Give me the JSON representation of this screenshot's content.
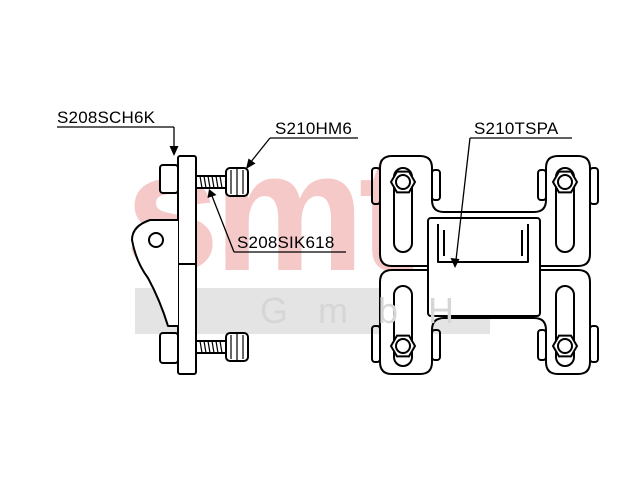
{
  "watermark": {
    "logo_text": "smt",
    "company_text": "G m b H",
    "logo_color": "#f6c9c9",
    "band_color": "#e4e4e4",
    "company_color": "#d6d6d6"
  },
  "labels": {
    "s208sch6k": "S208SCH6K",
    "s210hm6": "S210HM6",
    "s208sik618": "S208SIK618",
    "s210tspa": "S210TSPA"
  },
  "colors": {
    "line": "#000000",
    "background": "#ffffff"
  }
}
